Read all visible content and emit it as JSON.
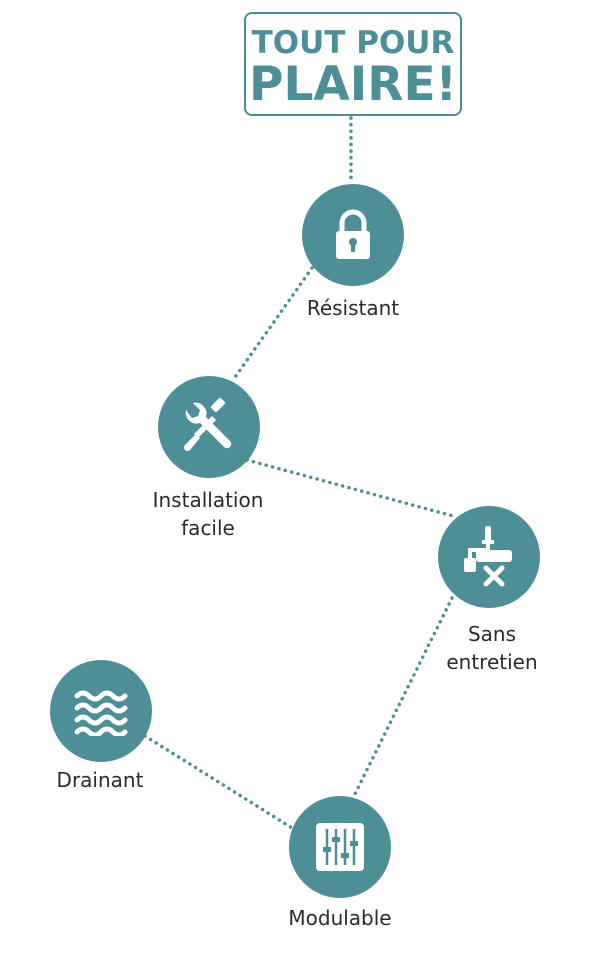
{
  "title": {
    "line1": "TOUT POUR",
    "line2": "PLAIRE!"
  },
  "accent_color": "#4e8f97",
  "nodes": [
    {
      "label": "Résistant",
      "icon": "padlock-icon"
    },
    {
      "label": "Installation\nfacile",
      "icon": "wrench-screwdriver-icon"
    },
    {
      "label": "Sans\nentretien",
      "icon": "paint-roller-crossed-icon"
    },
    {
      "label": "Drainant",
      "icon": "waves-icon"
    },
    {
      "label": "Modulable",
      "icon": "sliders-icon"
    }
  ]
}
